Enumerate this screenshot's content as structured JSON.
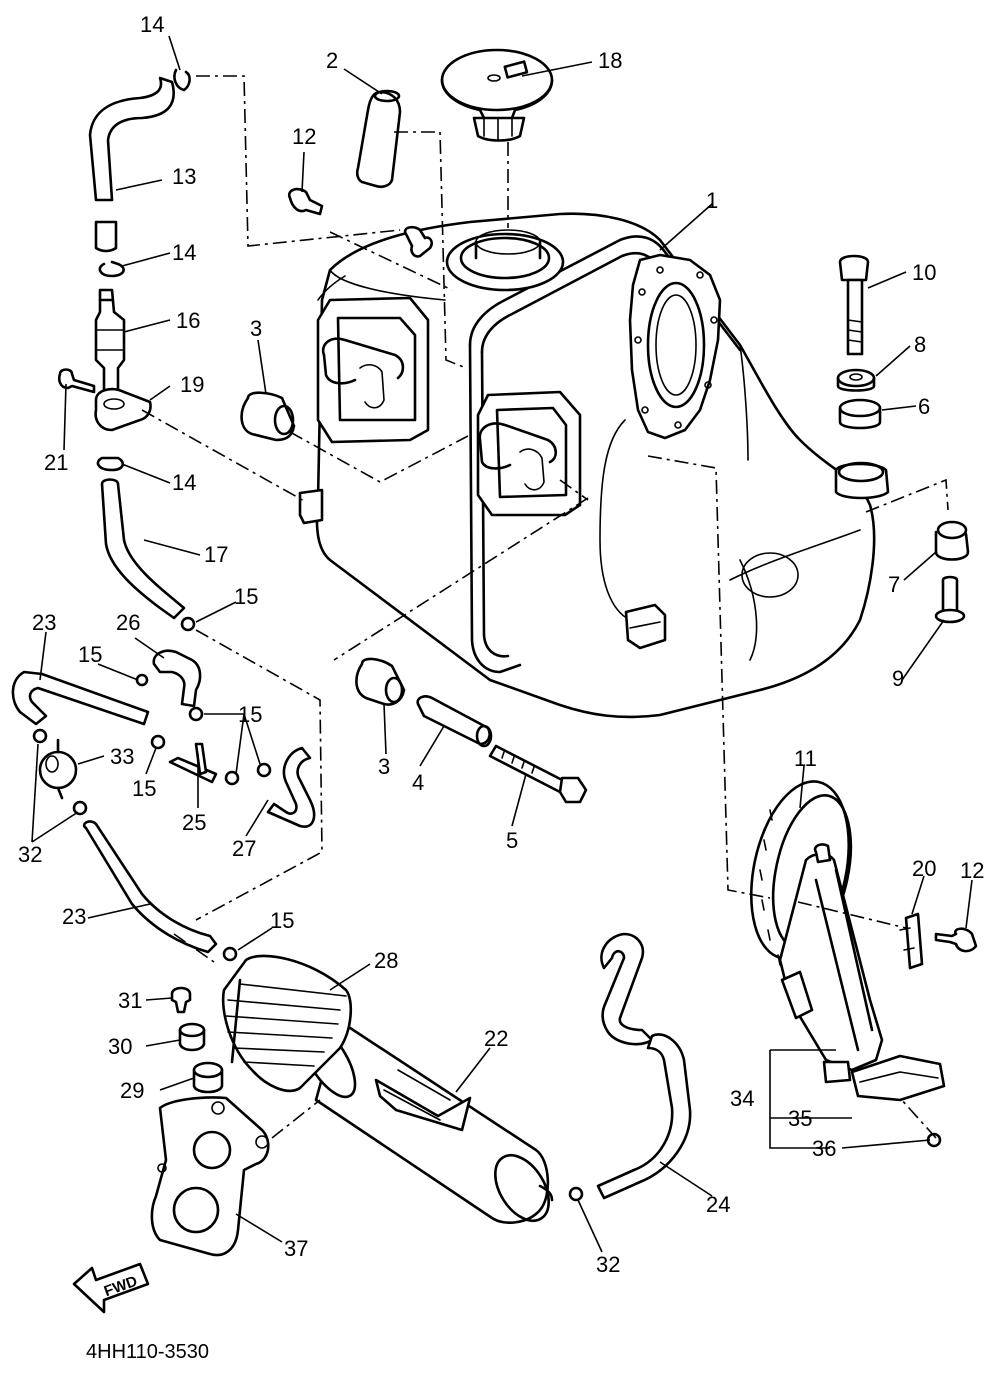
{
  "diagram": {
    "drawing_code": "4HH110-3530",
    "direction_label": "FWD",
    "callouts": [
      {
        "id": "c1",
        "text": "1"
      },
      {
        "id": "c2",
        "text": "2"
      },
      {
        "id": "c3a",
        "text": "3"
      },
      {
        "id": "c3b",
        "text": "3"
      },
      {
        "id": "c4",
        "text": "4"
      },
      {
        "id": "c5",
        "text": "5"
      },
      {
        "id": "c6",
        "text": "6"
      },
      {
        "id": "c7",
        "text": "7"
      },
      {
        "id": "c8",
        "text": "8"
      },
      {
        "id": "c9",
        "text": "9"
      },
      {
        "id": "c10",
        "text": "10"
      },
      {
        "id": "c11",
        "text": "11"
      },
      {
        "id": "c12a",
        "text": "12"
      },
      {
        "id": "c12b",
        "text": "12"
      },
      {
        "id": "c13",
        "text": "13"
      },
      {
        "id": "c14a",
        "text": "14"
      },
      {
        "id": "c14b",
        "text": "14"
      },
      {
        "id": "c14c",
        "text": "14"
      },
      {
        "id": "c15a",
        "text": "15"
      },
      {
        "id": "c15b",
        "text": "15"
      },
      {
        "id": "c15c",
        "text": "15"
      },
      {
        "id": "c15d",
        "text": "15"
      },
      {
        "id": "c15e",
        "text": "15"
      },
      {
        "id": "c16",
        "text": "16"
      },
      {
        "id": "c17",
        "text": "17"
      },
      {
        "id": "c18",
        "text": "18"
      },
      {
        "id": "c19",
        "text": "19"
      },
      {
        "id": "c20",
        "text": "20"
      },
      {
        "id": "c21",
        "text": "21"
      },
      {
        "id": "c22",
        "text": "22"
      },
      {
        "id": "c23a",
        "text": "23"
      },
      {
        "id": "c23b",
        "text": "23"
      },
      {
        "id": "c24",
        "text": "24"
      },
      {
        "id": "c25",
        "text": "25"
      },
      {
        "id": "c26",
        "text": "26"
      },
      {
        "id": "c27",
        "text": "27"
      },
      {
        "id": "c28",
        "text": "28"
      },
      {
        "id": "c29",
        "text": "29"
      },
      {
        "id": "c30",
        "text": "30"
      },
      {
        "id": "c31",
        "text": "31"
      },
      {
        "id": "c32a",
        "text": "32"
      },
      {
        "id": "c32b",
        "text": "32"
      },
      {
        "id": "c33",
        "text": "33"
      },
      {
        "id": "c34",
        "text": "34"
      },
      {
        "id": "c35",
        "text": "35"
      },
      {
        "id": "c36",
        "text": "36"
      },
      {
        "id": "c37",
        "text": "37"
      }
    ]
  }
}
